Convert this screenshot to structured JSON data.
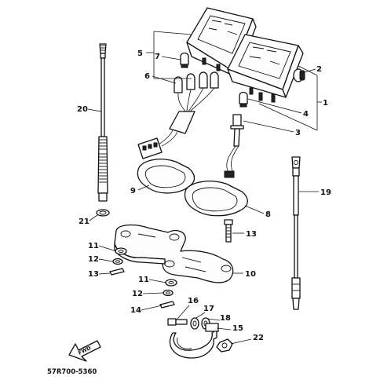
{
  "diagram": {
    "labels": [
      {
        "id": "1",
        "text": "1"
      },
      {
        "id": "2",
        "text": "2"
      },
      {
        "id": "3",
        "text": "3"
      },
      {
        "id": "4",
        "text": "4"
      },
      {
        "id": "5",
        "text": "5"
      },
      {
        "id": "6",
        "text": "6"
      },
      {
        "id": "7",
        "text": "7"
      },
      {
        "id": "8",
        "text": "8"
      },
      {
        "id": "9",
        "text": "9"
      },
      {
        "id": "10",
        "text": "10"
      },
      {
        "id": "11a",
        "text": "11"
      },
      {
        "id": "11b",
        "text": "11"
      },
      {
        "id": "12a",
        "text": "12"
      },
      {
        "id": "12b",
        "text": "12"
      },
      {
        "id": "13a",
        "text": "13"
      },
      {
        "id": "13b",
        "text": "13"
      },
      {
        "id": "14",
        "text": "14"
      },
      {
        "id": "15",
        "text": "15"
      },
      {
        "id": "16",
        "text": "16"
      },
      {
        "id": "17",
        "text": "17"
      },
      {
        "id": "18",
        "text": "18"
      },
      {
        "id": "19",
        "text": "19"
      },
      {
        "id": "20",
        "text": "20"
      },
      {
        "id": "21",
        "text": "21"
      },
      {
        "id": "22",
        "text": "22"
      }
    ],
    "fwd_label": "FWD",
    "part_code": "57R700-5360"
  }
}
